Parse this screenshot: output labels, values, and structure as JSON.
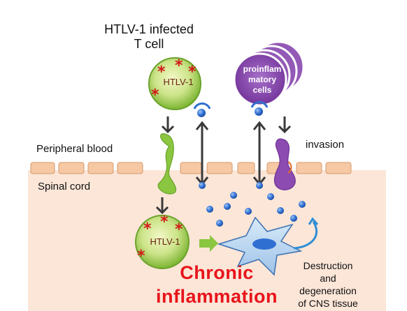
{
  "labels": {
    "infected_title": "HTLV-1 infected\nT cell",
    "peripheral_blood": "Peripheral blood",
    "spinal_cord": "Spinal cord",
    "invasion": "invasion",
    "htlv_top": "HTLV-1",
    "htlv_bottom": "HTLV-1",
    "proinflammatory": "proinflam\nmatory\ncells",
    "chronic": "Chronic\ninflammation",
    "destruction": "Destruction\nand\ndegeneration\nof CNS tissue"
  },
  "colors": {
    "tissue": "#fbe6d8",
    "endothelium": "#f6c8a4",
    "t_cell": "#8ac63f",
    "proinflammatory_cell": "#8c4bb0",
    "cytokine": "#2f6fd1",
    "microglia": "#b6d3ee",
    "chronic_text": "#e8141a"
  },
  "icons": [
    "down-arrow-icon",
    "double-arrow-icon",
    "curved-arrow-icon",
    "asterisk-icon",
    "receptor-icon"
  ]
}
